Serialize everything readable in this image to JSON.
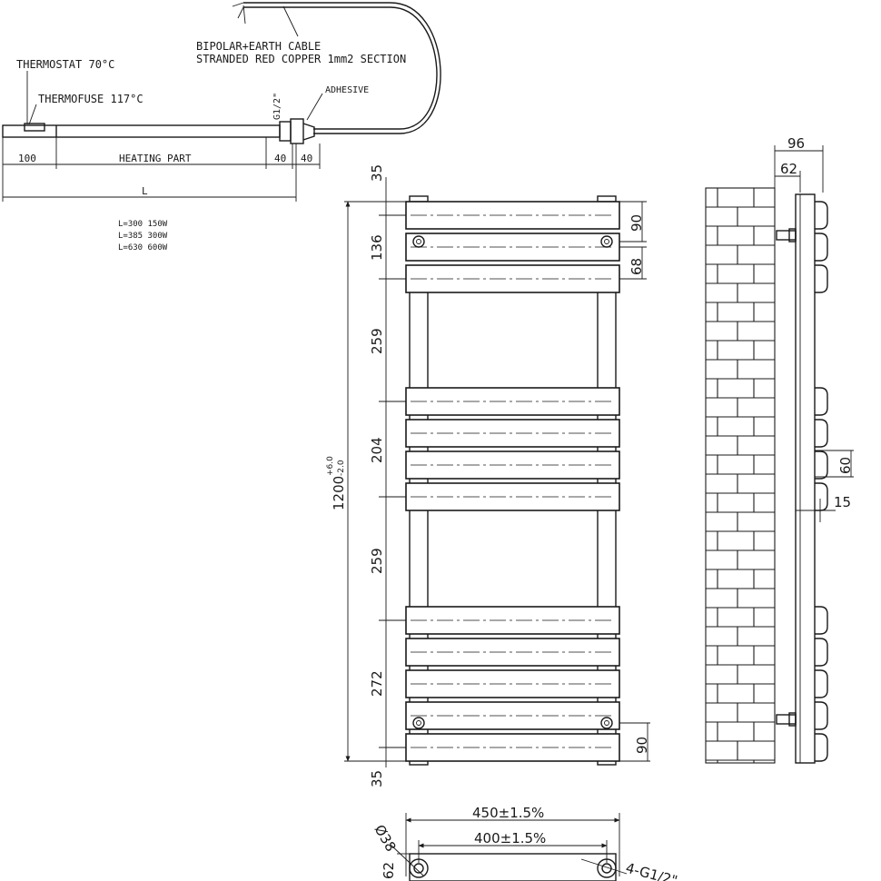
{
  "element_drawing": {
    "cable_label_line1": "BIPOLAR+EARTH CABLE",
    "cable_label_line2": "STRANDED RED COPPER 1mm2 SECTION",
    "thermostat_label": "THERMOSTAT 70°C",
    "thermofuse_label": "THERMOFUSE 117°C",
    "thread_label": "G1/2\"",
    "adhesive_label": "ADHESIVE",
    "dim_head": "100",
    "heating_part_label": "HEATING PART",
    "dim_40_a": "40",
    "dim_40_b": "40",
    "length_label": "L",
    "power_table": [
      "L=300 150W",
      "L=385 300W",
      "L=630 600W"
    ]
  },
  "front_view": {
    "dim_top": "35",
    "dim_136": "136",
    "dim_259_a": "259",
    "dim_204": "204",
    "dim_259_b": "259",
    "dim_272": "272",
    "dim_bottom": "35",
    "total_height_main": "1200",
    "total_height_tol_upper": "+6.0",
    "total_height_tol_lower": "-2.0",
    "dim_90_top": "90",
    "dim_68": "68",
    "dim_90_bottom": "90"
  },
  "side_view": {
    "dim_96": "96",
    "dim_62": "62",
    "dim_60": "60",
    "dim_15": "15"
  },
  "bottom_view": {
    "width_outer": "450±1.5%",
    "width_centers": "400±1.5%",
    "pipe_diameter": "Ø38",
    "depth": "62",
    "connections": "4-G1/2\""
  }
}
